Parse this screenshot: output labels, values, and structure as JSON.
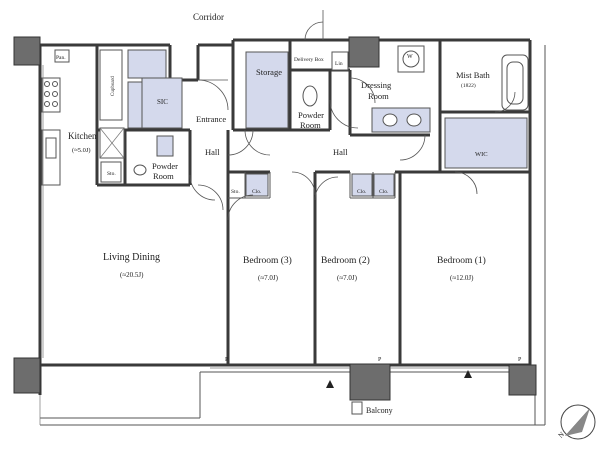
{
  "labels": {
    "corridor": "Corridor",
    "pantry": "Pan.",
    "cupboard": "Cupboard",
    "sic": "SIC",
    "kitchen": "Kitchen",
    "kitchen_area": "(≈5.0J)",
    "storage_small": "Sto.",
    "powder_room_a": "Powder\nRoom",
    "entrance": "Entrance",
    "hall_a": "Hall",
    "storage": "Storage",
    "delivery_box": "Delivery Box",
    "linen": "Lin",
    "powder_room_b": "Powder\nRoom",
    "dressing_room": "Dressing\nRoom",
    "washer": "W",
    "mist_bath": "Mist Bath",
    "mist_bath_size": "(1822)",
    "wic": "WIC",
    "hall_b": "Hall",
    "sto_1": "Sto.",
    "clo_1": "Clo.",
    "clo_2": "Clo.",
    "clo_3": "Clo.",
    "living_dining": "Living Dining",
    "living_dining_area": "(≈20.5J)",
    "bedroom3": "Bedroom (3)",
    "bedroom3_area": "(≈7.0J)",
    "bedroom2": "Bedroom (2)",
    "bedroom2_area": "(≈7.0J)",
    "bedroom1": "Bedroom (1)",
    "bedroom1_area": "(≈12.0J)",
    "p_mark": "P",
    "balcony": "Balcony",
    "north": "N"
  },
  "colors": {
    "wall": "#3a3a3a",
    "pillar": "#6d6d6d",
    "fixture_fill": "#d4d9ec"
  }
}
